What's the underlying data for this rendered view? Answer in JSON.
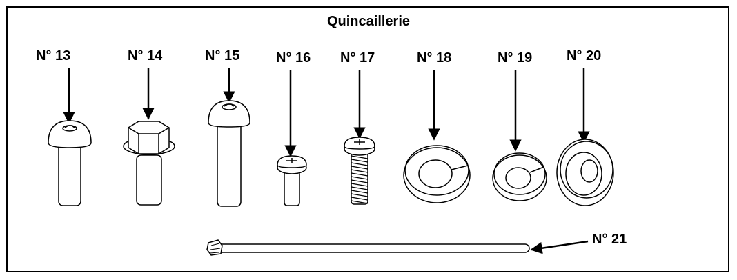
{
  "title": "Quincaillerie",
  "parts": [
    {
      "label": "N° 13",
      "icon": "button-head-hex-socket-bolt"
    },
    {
      "label": "N° 14",
      "icon": "hex-flange-bolt"
    },
    {
      "label": "N° 15",
      "icon": "long-button-head-bolt"
    },
    {
      "label": "N° 16",
      "icon": "phillips-pan-head-screw-short"
    },
    {
      "label": "N° 17",
      "icon": "phillips-pan-head-screw-threaded"
    },
    {
      "label": "N° 18",
      "icon": "split-lock-washer-large"
    },
    {
      "label": "N° 19",
      "icon": "split-lock-washer-small"
    },
    {
      "label": "N° 20",
      "icon": "flat-washer"
    },
    {
      "label": "N° 21",
      "icon": "cable-tie"
    }
  ],
  "colors": {
    "stroke": "#000000",
    "background": "#ffffff",
    "fill": "#ffffff"
  }
}
